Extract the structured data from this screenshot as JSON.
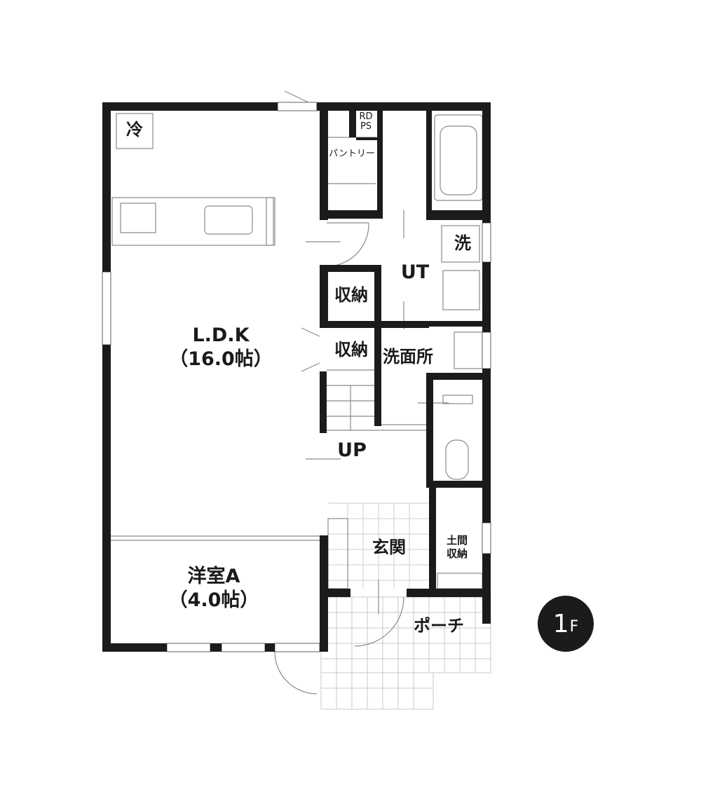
{
  "rooms": {
    "ldk": {
      "name": "L.D.K",
      "size": "（16.0帖）"
    },
    "western_a": {
      "name": "洋室A",
      "size": "（4.0帖）"
    },
    "ut": "UT",
    "pantry": "パントリー",
    "rdps": [
      "RD",
      "PS"
    ],
    "storage_1": "収納",
    "storage_2": "収納",
    "washroom": "洗面所",
    "up": "UP",
    "entrance": "玄関",
    "doma_storage": [
      "土間",
      "収納"
    ],
    "porch": "ポーチ"
  },
  "fixtures": {
    "fridge": "冷",
    "washer": "洗"
  },
  "floor": {
    "number": "1",
    "suffix": "F"
  },
  "colors": {
    "wall": "#1d1a1b",
    "line": "#9a9a9a",
    "badge": "#1d1a1b"
  }
}
